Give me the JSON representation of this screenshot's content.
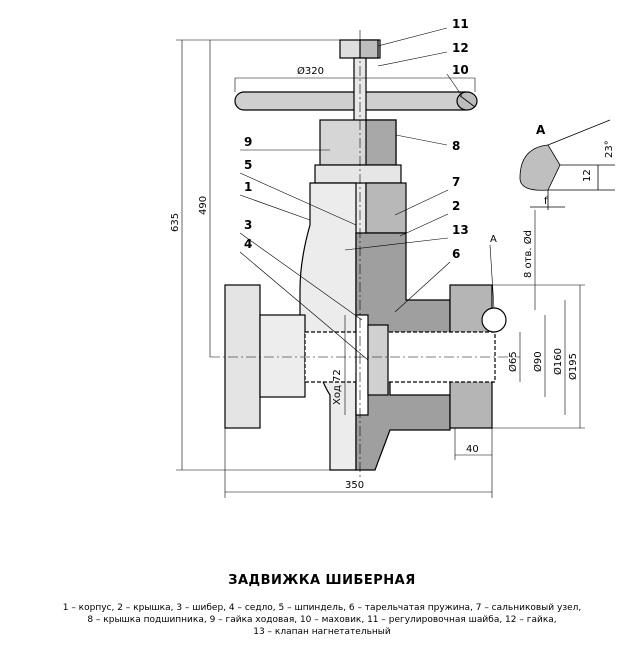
{
  "title": "ЗАДВИЖКА ШИБЕРНАЯ",
  "legend": [
    "1 – корпус, 2 – крышка, 3 – шибер, 4 – седло, 5 – шпиндель, 6 – тарельчатая пружина, 7 – сальниковый узел,",
    "8 – крышка подшипника,  9 – гайка ходовая, 10 – маховик, 11 – регулировочная шайба, 12 – гайка,",
    "13 – клапан нагнетательный"
  ],
  "part_labels": {
    "p1": "1",
    "p2": "2",
    "p3": "3",
    "p4": "4",
    "p5": "5",
    "p6": "6",
    "p7": "7",
    "p8": "8",
    "p9": "9",
    "p10": "10",
    "p11": "11",
    "p12": "12",
    "p13": "13"
  },
  "dimensions": {
    "d320": "Ø320",
    "h635": "635",
    "h490": "490",
    "w350": "350",
    "w40": "40",
    "d65": "Ø65",
    "d90": "Ø90",
    "d160": "Ø160",
    "d195": "Ø195",
    "stroke": "Ход 72",
    "holes": "8 отв. Ød"
  },
  "detail": {
    "name": "A",
    "view_marker": "A",
    "angle": "23°",
    "size": "12",
    "f": "f"
  }
}
